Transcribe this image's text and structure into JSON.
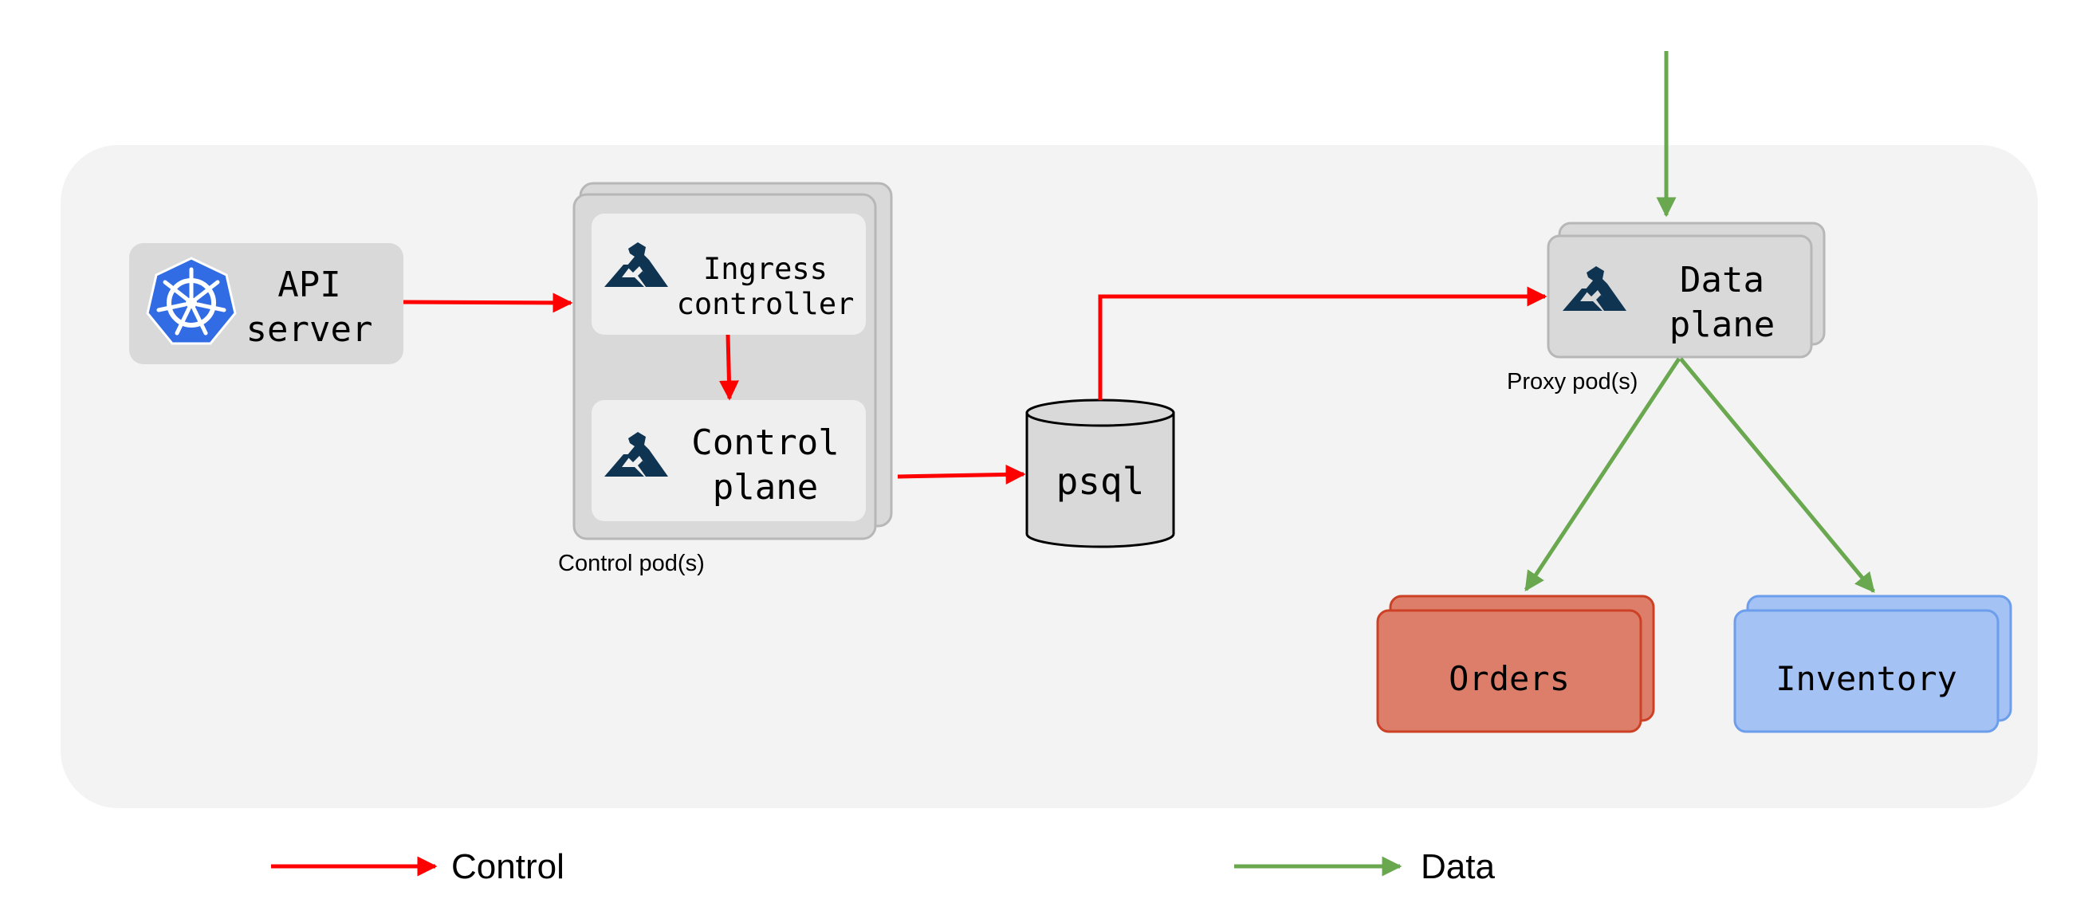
{
  "nodes": {
    "api_server": {
      "line1": "API",
      "line2": "server"
    },
    "ingress_controller": {
      "line1": "Ingress",
      "line2": "controller"
    },
    "control_plane": {
      "line1": "Control",
      "line2": "plane"
    },
    "psql": {
      "label": "psql"
    },
    "data_plane": {
      "line1": "Data",
      "line2": "plane"
    },
    "orders": {
      "label": "Orders"
    },
    "inventory": {
      "label": "Inventory"
    }
  },
  "groups": {
    "control_pods": "Control pod(s)",
    "proxy_pods": "Proxy pod(s)"
  },
  "legend": {
    "control": "Control",
    "data": "Data"
  },
  "colors": {
    "control_edge": "#ff0000",
    "data_edge": "#6aa84f",
    "cluster_bg": "#f3f3f3",
    "node_gray": "#d9d9d9",
    "inner_box": "#efefef",
    "orders": "#dd7e6b",
    "inventory": "#a4c2f4",
    "kong_icon": "#0f3452",
    "kubernetes_icon": "#326ce5"
  },
  "icons": {
    "api_server": "kubernetes-helm-icon",
    "kong": "kong-gorilla-icon"
  }
}
